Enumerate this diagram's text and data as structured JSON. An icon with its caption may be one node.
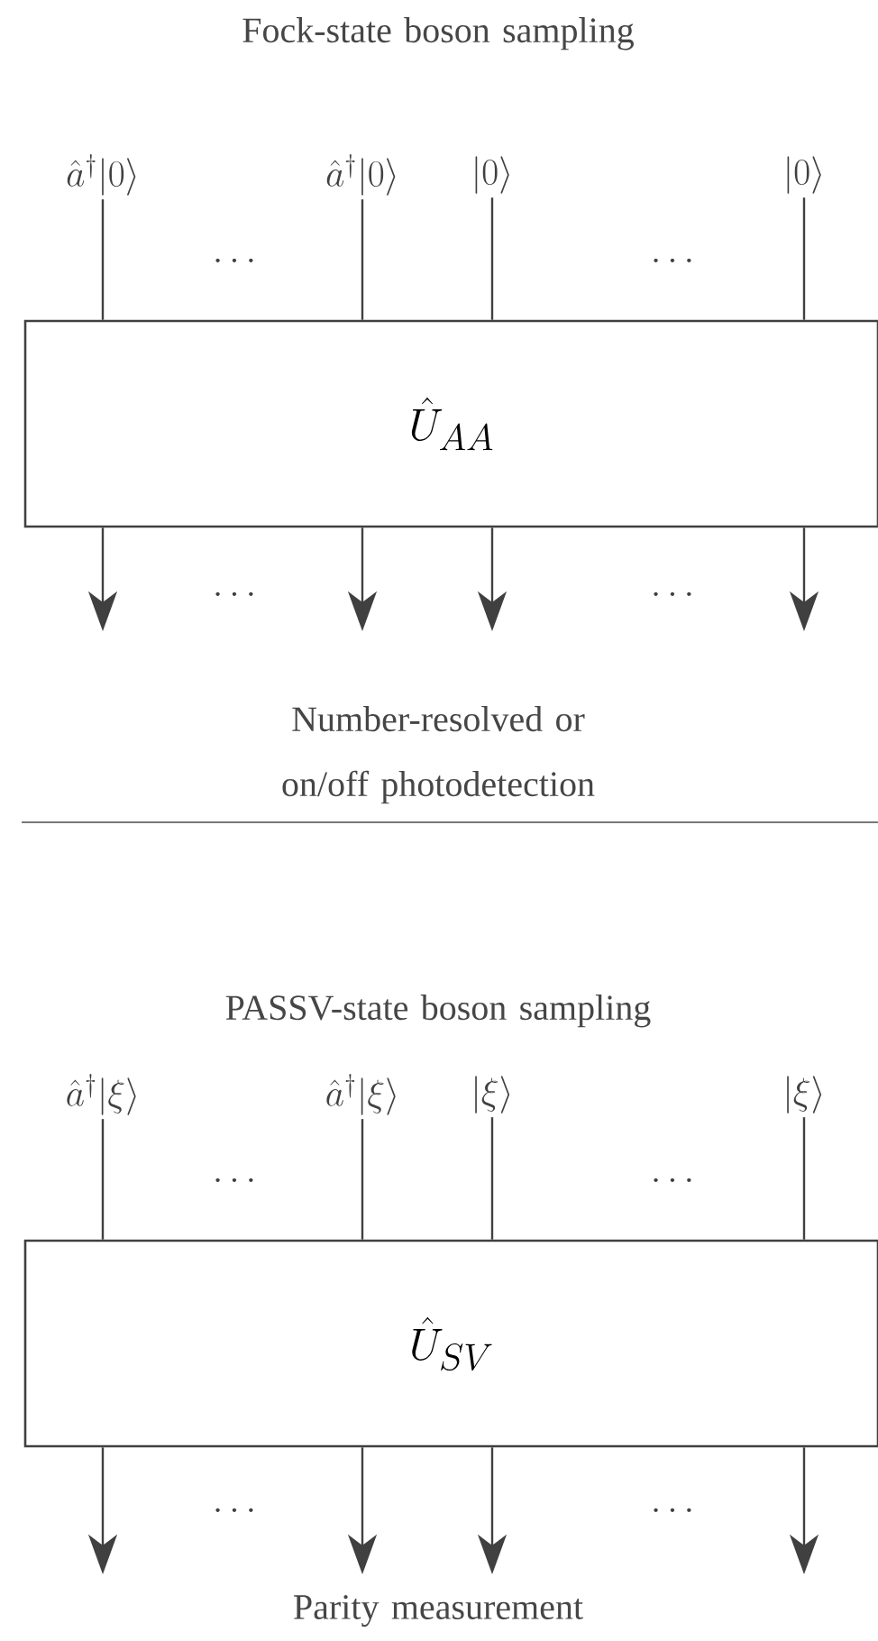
{
  "diagram": {
    "nodes": [
      {
        "text": [
          "\\hat{a}^\\dagger|0\\rangle"
        ]
      },
      {
        "text": [
          "\\hat{a}^\\dagger|0\\rangle"
        ]
      },
      {
        "text": [
          "|0\\rangle"
        ]
      },
      {
        "text": [
          "|0\\rangle"
        ]
      },
      {
        "text": [
          "\\hat{U}_{AA}"
        ]
      },
      {
        "text": [
          "\\hat{a}^\\dagger|\\xi\\rangle"
        ]
      },
      {
        "text": [
          "\\hat{a}^\\dagger|\\xi\\rangle"
        ]
      },
      {
        "text": [
          "|\\xi\\rangle"
        ]
      },
      {
        "text": [
          "|\\xi\\rangle"
        ]
      },
      {
        "text": [
          "\\hat{U}_{SV}"
        ]
      }
    ],
    "edges": [
      {
        "from": 0,
        "to": 4,
        "arrow": "none"
      },
      {
        "from": 1,
        "to": 4,
        "arrow": "none"
      },
      {
        "from": 2,
        "to": 4,
        "arrow": "none"
      },
      {
        "from": 3,
        "to": 4,
        "arrow": "none"
      },
      {
        "from": 4,
        "to": null,
        "arrow": "to"
      },
      {
        "from": 4,
        "to": null,
        "arrow": "to"
      },
      {
        "from": 4,
        "to": null,
        "arrow": "to"
      },
      {
        "from": 4,
        "to": null,
        "arrow": "to"
      },
      {
        "from": 5,
        "to": 9,
        "arrow": "none"
      },
      {
        "from": 6,
        "to": 9,
        "arrow": "none"
      },
      {
        "from": 7,
        "to": 9,
        "arrow": "none"
      },
      {
        "from": 8,
        "to": 9,
        "arrow": "none"
      },
      {
        "from": 9,
        "to": null,
        "arrow": "to"
      },
      {
        "from": 9,
        "to": null,
        "arrow": "to"
      },
      {
        "from": 9,
        "to": null,
        "arrow": "to"
      },
      {
        "from": 9,
        "to": null,
        "arrow": "to"
      }
    ],
    "labels": [
      "Fock-state boson sampling",
      "\\cdots",
      "\\cdots",
      "\\cdots",
      "\\cdots",
      "Number-resolved or on/off photodetection",
      "PASSV-state boson sampling",
      "\\cdots",
      "\\cdots",
      "\\cdots",
      "\\cdots",
      "Parity measurement"
    ]
  }
}
